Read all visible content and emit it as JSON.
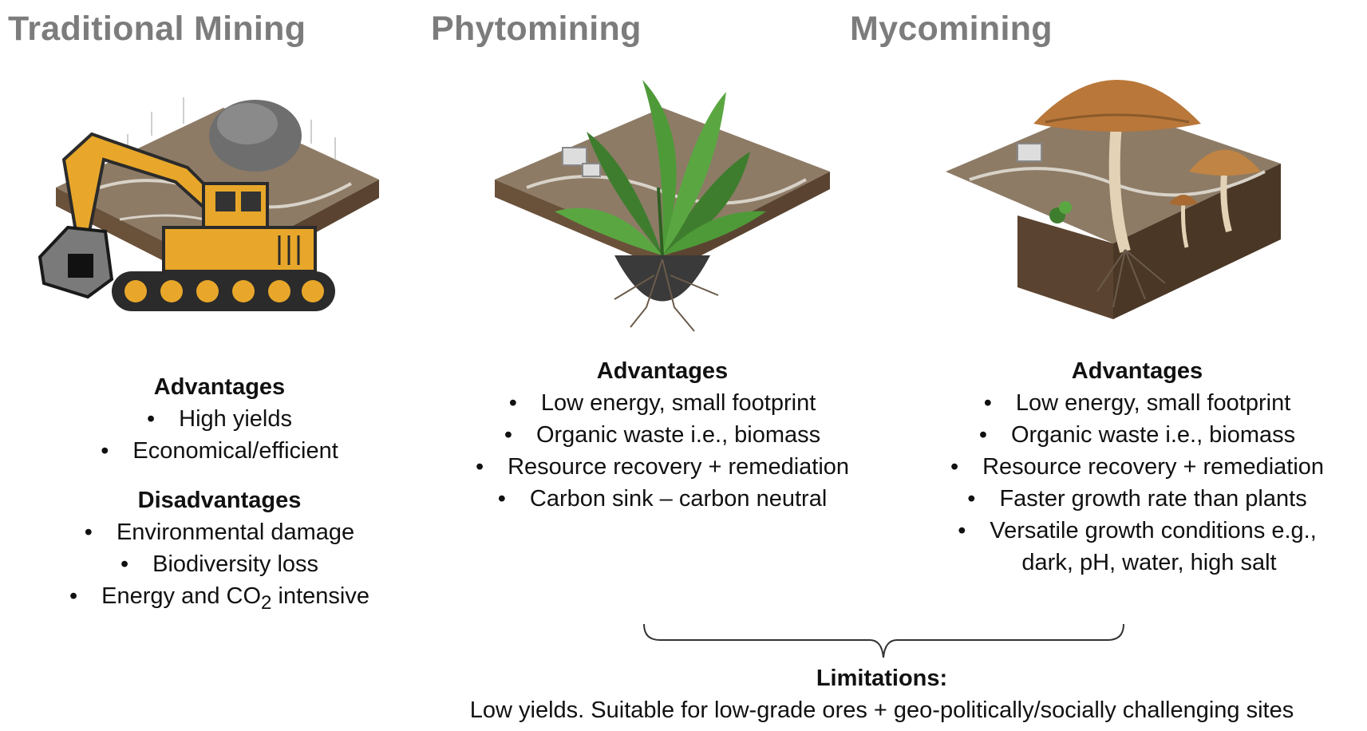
{
  "columns": {
    "traditional": {
      "title": "Traditional Mining",
      "illustration": "excavator-on-terrain",
      "advantages": {
        "heading": "Advantages",
        "items": [
          "High yields",
          "Economical/efficient"
        ]
      },
      "disadvantages": {
        "heading": "Disadvantages",
        "items": [
          "Environmental damage",
          "Biodiversity loss"
        ],
        "co2_item": {
          "prefix": "Energy and CO",
          "subscript": "2",
          "suffix": " intensive"
        }
      }
    },
    "phytomining": {
      "title": "Phytomining",
      "illustration": "plant-on-terrain",
      "advantages": {
        "heading": "Advantages",
        "items": [
          "Low energy, small footprint",
          "Organic waste i.e., biomass",
          "Resource recovery + remediation",
          "Carbon sink – carbon neutral"
        ]
      }
    },
    "mycomining": {
      "title": "Mycomining",
      "illustration": "mushroom-on-terrain",
      "advantages": {
        "heading": "Advantages",
        "items": [
          "Low energy, small footprint",
          "Organic waste i.e., biomass",
          "Resource recovery + remediation",
          "Faster growth rate than plants"
        ],
        "multiline_item": {
          "line1": "Versatile growth conditions e.g.,",
          "line2": "dark, pH, water, high salt"
        }
      }
    }
  },
  "bullet_symbol": "•",
  "limitations": {
    "heading": "Limitations:",
    "text": "Low yields. Suitable for low-grade ores + geo-politically/socially challenging sites"
  },
  "colors": {
    "title_gray": "#7c7c7c",
    "excavator_yellow": "#e8a72a",
    "leaf_green": "#3f7d2e",
    "mushroom_brown": "#b9773a",
    "soil_brown": "#8a6a4a"
  }
}
